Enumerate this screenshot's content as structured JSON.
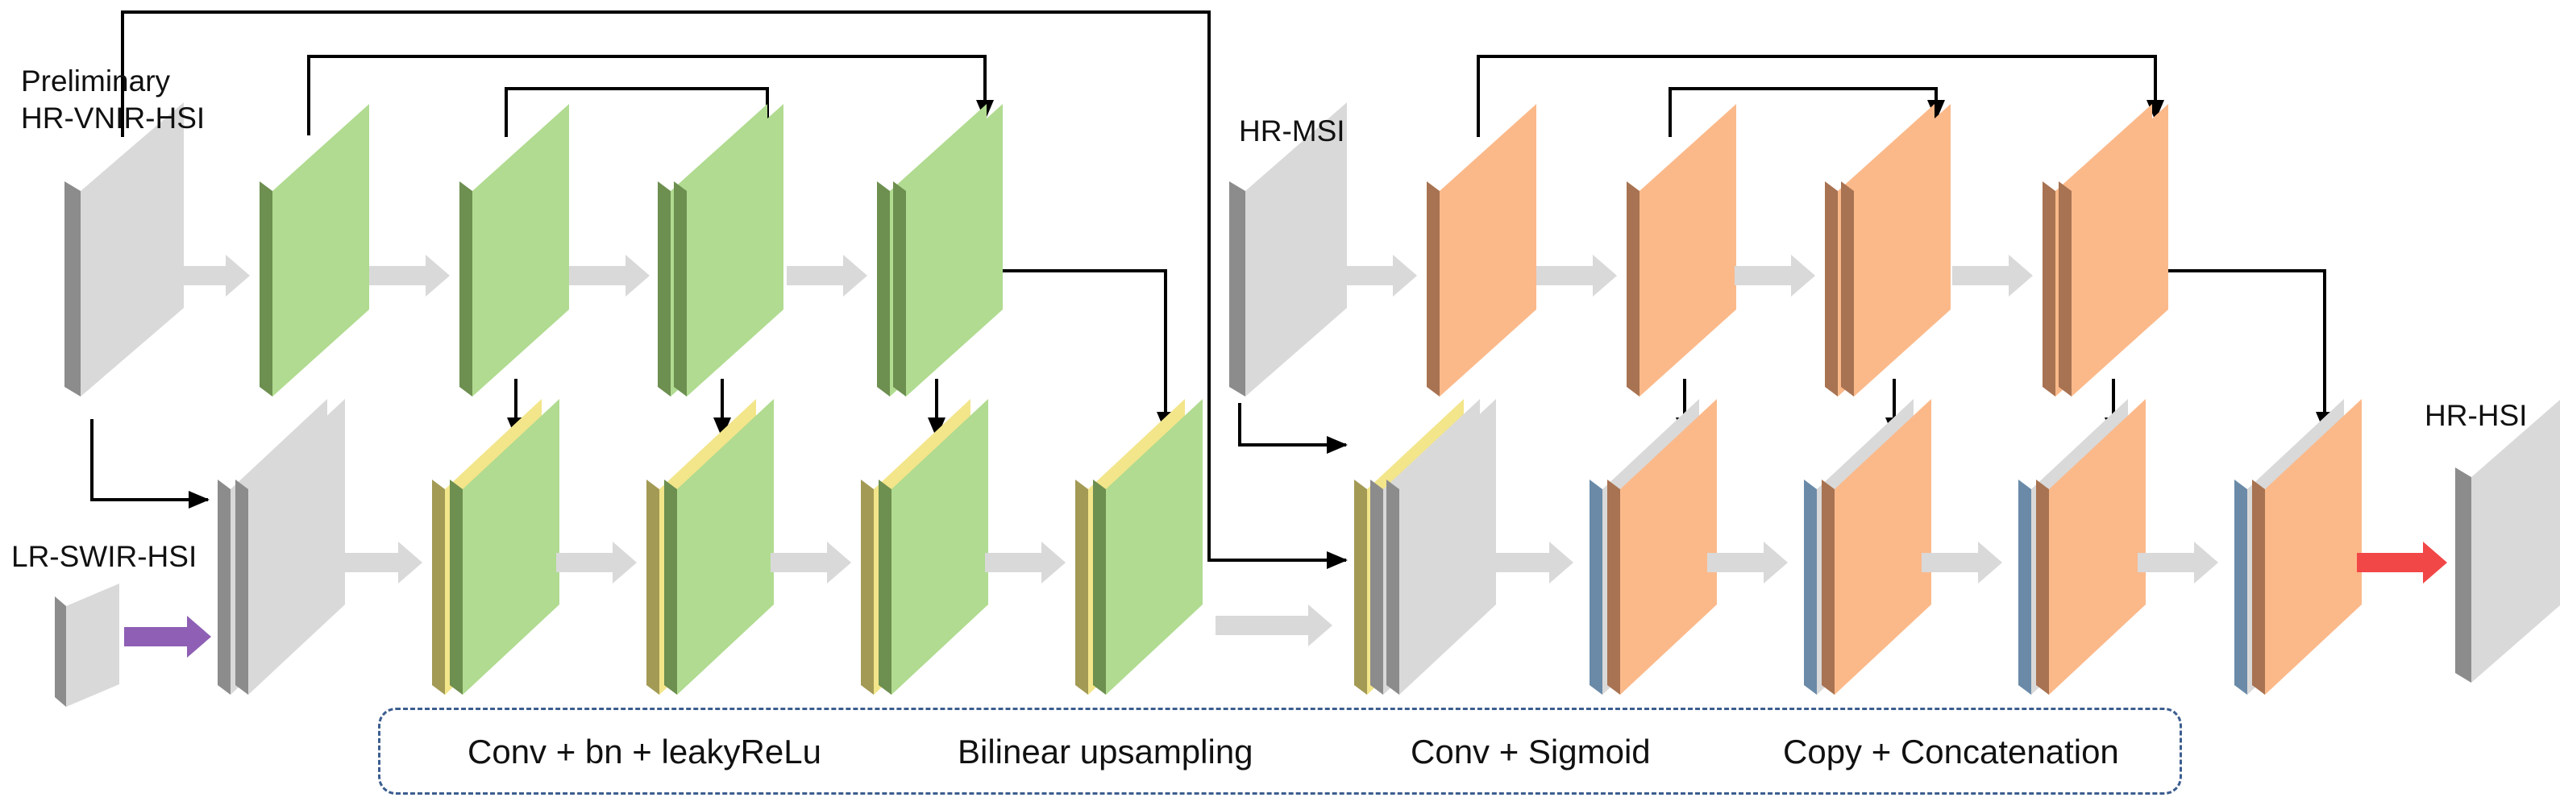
{
  "labels": {
    "preliminary_line1": "Preliminary",
    "preliminary_line2": "HR-VNIR-HSI",
    "lr_swir": "LR-SWIR-HSI",
    "hr_msi": "HR-MSI",
    "hr_hsi": "HR-HSI"
  },
  "legend": {
    "conv_bn": "Conv + bn + leakyReLu",
    "bilinear": "Bilinear upsampling",
    "conv_sigmoid": "Conv + Sigmoid",
    "copy_concat": "Copy + Concatenation"
  },
  "colors": {
    "gray_face": "#d9d9d9",
    "gray_side": "#8c8c8c",
    "green_face": "#b0db90",
    "green_side": "#6d8f50",
    "orange_face": "#fbb98a",
    "orange_side": "#a87352",
    "olive_side": "#a39a55",
    "yellow_line": "#f3e58a",
    "blue_side": "#6a8aa8",
    "gray_arrow": "#d9d9d9",
    "purple_arrow": "#8e5fb5",
    "red_arrow": "#f24747",
    "connector": "#000000",
    "legend_border": "#3c5e8f"
  }
}
